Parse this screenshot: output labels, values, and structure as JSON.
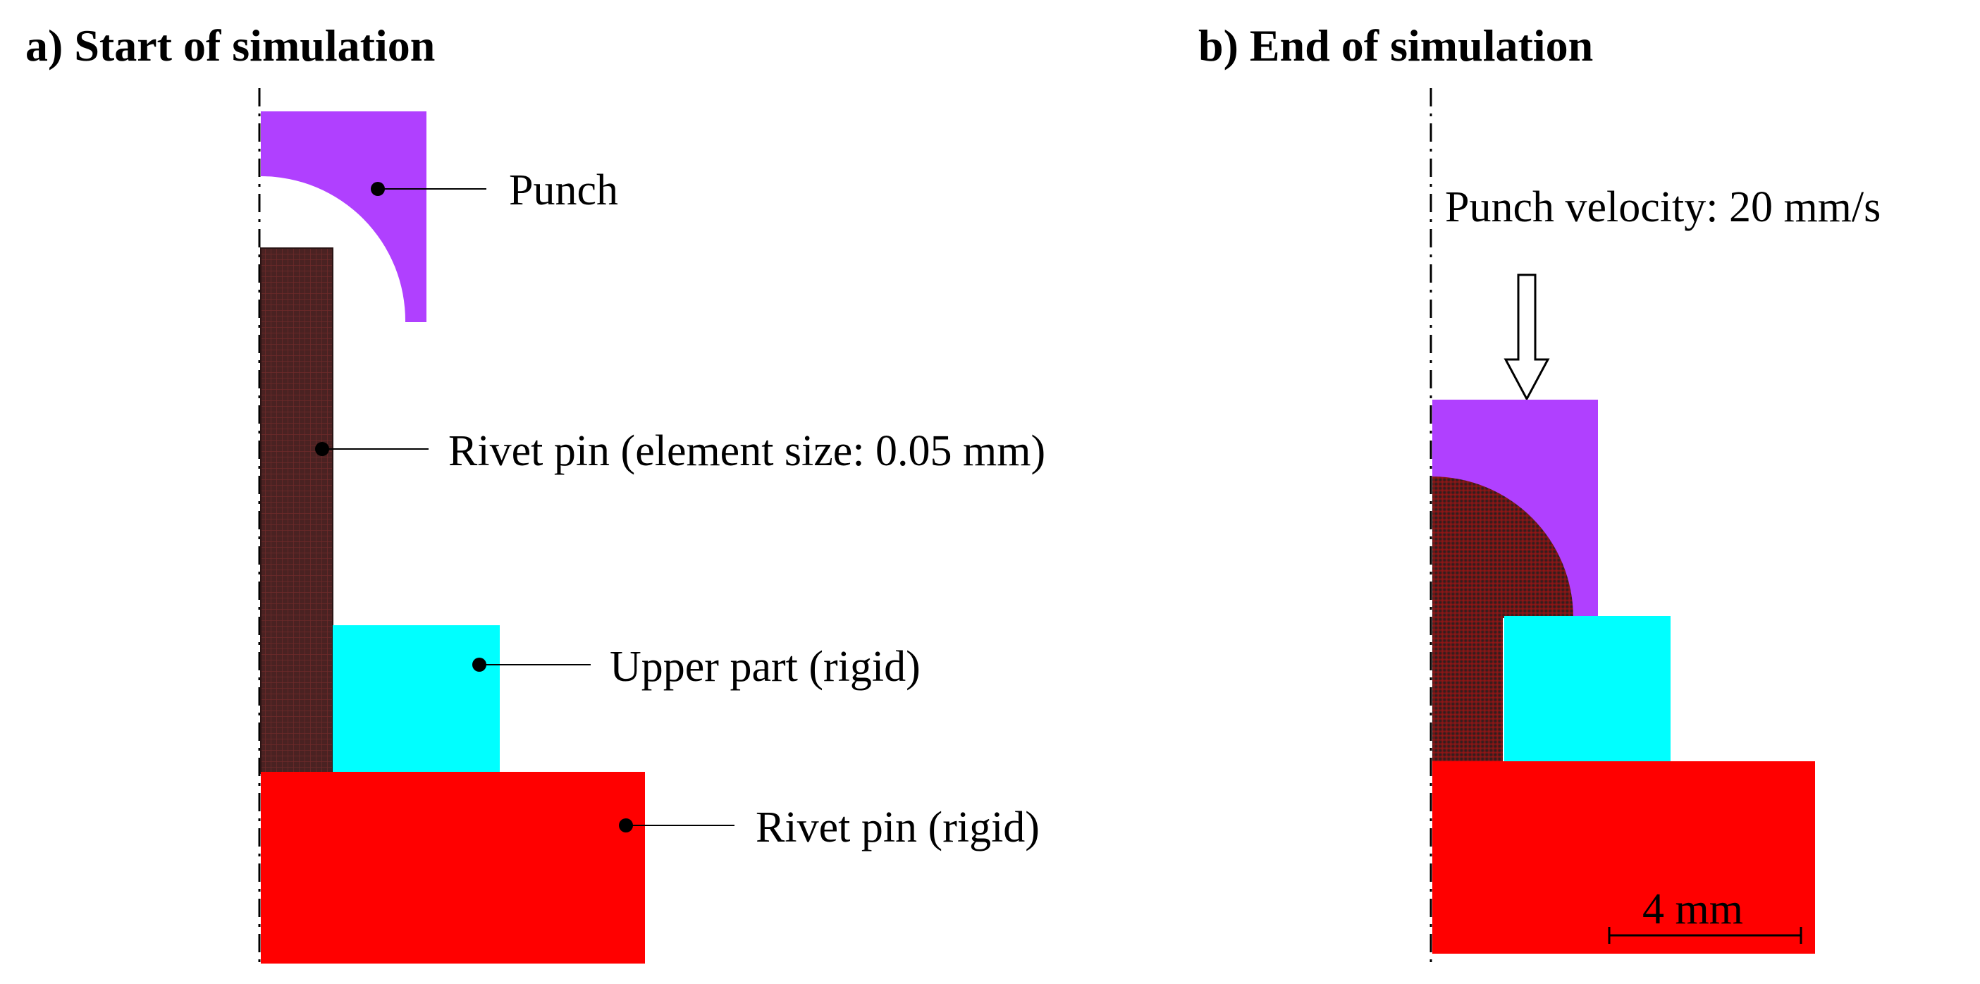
{
  "panels": {
    "start": {
      "title": "a) Start of simulation",
      "labels": {
        "punch": "Punch",
        "rivet_pin": "Rivet pin (element size: 0.05 mm)",
        "upper_part": "Upper part (rigid)",
        "rivet_pin_rigid": "Rivet pin (rigid)"
      }
    },
    "end": {
      "title": "b) End of simulation",
      "velocity_label": "Punch velocity: 20 mm/s",
      "scale_bar_label": "4 mm"
    }
  },
  "colors": {
    "punch": "#b040ff",
    "rivet_pin_mesh": "#3a2020",
    "upper_part": "#00ffff",
    "rivet_pin_rigid": "#ff0000",
    "deformed_pin": "#8a1818"
  }
}
